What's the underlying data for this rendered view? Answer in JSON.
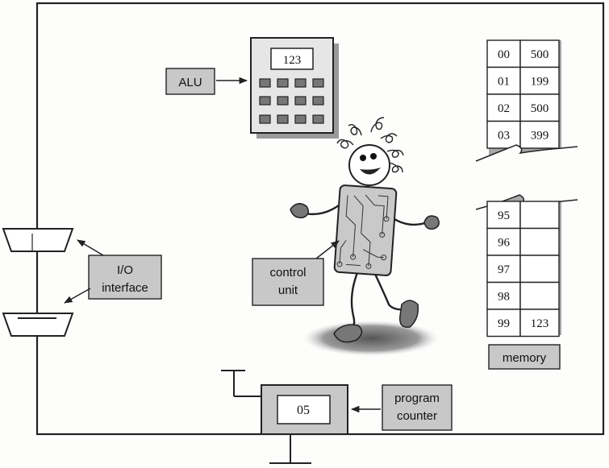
{
  "alu": {
    "label": "ALU",
    "display": "123"
  },
  "control_unit": {
    "line1": "control",
    "line2": "unit"
  },
  "io_interface": {
    "line1": "I/O",
    "line2": "interface"
  },
  "program_counter": {
    "value": "05",
    "line1": "program",
    "line2": "counter"
  },
  "memory": {
    "label": "memory",
    "top_rows": [
      {
        "address": "00",
        "value": "500"
      },
      {
        "address": "01",
        "value": "199"
      },
      {
        "address": "02",
        "value": "500"
      },
      {
        "address": "03",
        "value": "399"
      }
    ],
    "bottom_rows": [
      {
        "address": "95",
        "value": ""
      },
      {
        "address": "96",
        "value": ""
      },
      {
        "address": "97",
        "value": ""
      },
      {
        "address": "98",
        "value": ""
      },
      {
        "address": "99",
        "value": "123"
      }
    ]
  }
}
